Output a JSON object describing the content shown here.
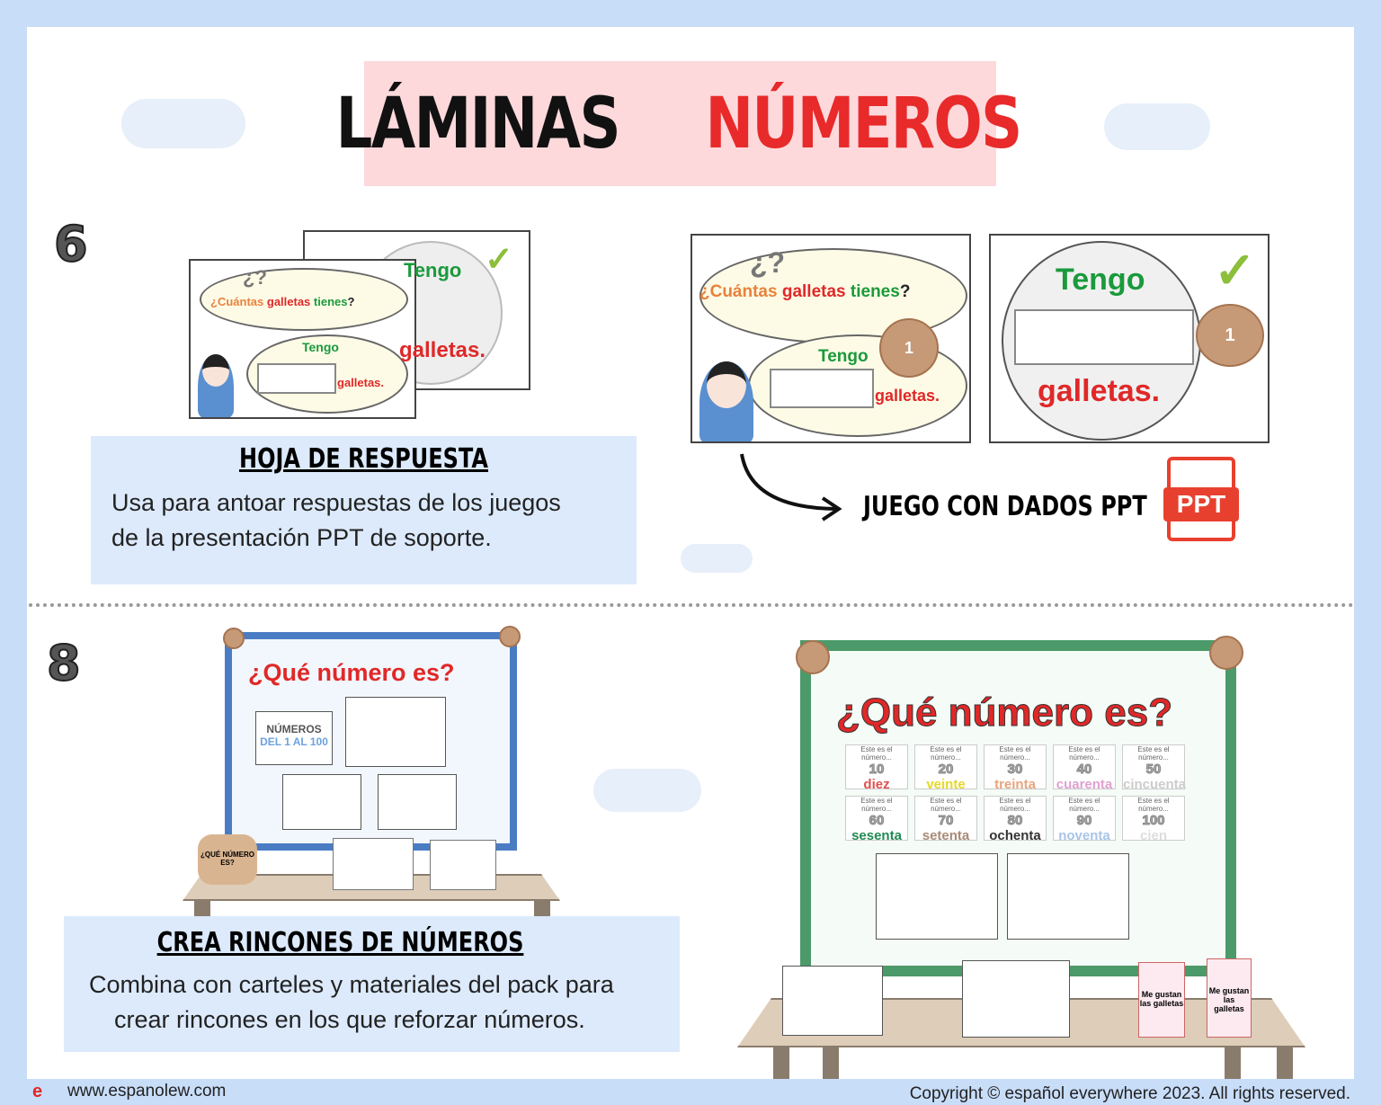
{
  "title": {
    "word1": "LÁMINAS",
    "word2": "NÚMEROS",
    "color1": "#111111",
    "color2": "#e82a2a"
  },
  "section6": {
    "number": "6",
    "slide": {
      "question_open": "¿",
      "question_word1": "Cuántas",
      "question_word2": "galletas",
      "question_word3": "tienes",
      "question_close": "?",
      "tengo": "Tengo",
      "galletas": "galletas.",
      "cookie_number": "1",
      "qmarks": "¿?"
    },
    "card": {
      "heading": "HOJA DE RESPUESTA",
      "text_line1": "Usa para antoar respuestas de los juegos",
      "text_line2": "de la presentación PPT de soporte."
    },
    "ppt_label": "JUEGO CON DADOS PPT",
    "ppt_icon_text": "PPT"
  },
  "section8": {
    "number": "8",
    "board_title": "¿Qué número es?",
    "small_board": {
      "poster_line1": "NÚMEROS",
      "poster_line2": "DEL 1 AL 100",
      "sign": "¿QUÉ NÚMERO ES?"
    },
    "card_prompt": "Este es el número...",
    "number_cards": [
      {
        "n": "10",
        "w": "diez",
        "color": "#e05050"
      },
      {
        "n": "20",
        "w": "veinte",
        "color": "#e6d82a"
      },
      {
        "n": "30",
        "w": "treinta",
        "color": "#e8a47c"
      },
      {
        "n": "40",
        "w": "cuarenta",
        "color": "#e0a0d0"
      },
      {
        "n": "50",
        "w": "cincuenta",
        "color": "#cccccc"
      },
      {
        "n": "60",
        "w": "sesenta",
        "color": "#1f8a50"
      },
      {
        "n": "70",
        "w": "setenta",
        "color": "#a88a78"
      },
      {
        "n": "80",
        "w": "ochenta",
        "color": "#333333"
      },
      {
        "n": "90",
        "w": "noventa",
        "color": "#a8c4e8"
      },
      {
        "n": "100",
        "w": "cien",
        "color": "#dddddd"
      }
    ],
    "cup_text": "Me gustan las galletas",
    "card": {
      "heading": "CREA RINCONES DE NÚMEROS",
      "text_line1": "Combina con carteles y materiales del pack para",
      "text_line2": "crear rincones  en los que reforzar números."
    }
  },
  "footer": {
    "logo": "e",
    "website": "www.espanolew.com",
    "copyright": "Copyright © español everywhere 2023. All rights reserved."
  }
}
